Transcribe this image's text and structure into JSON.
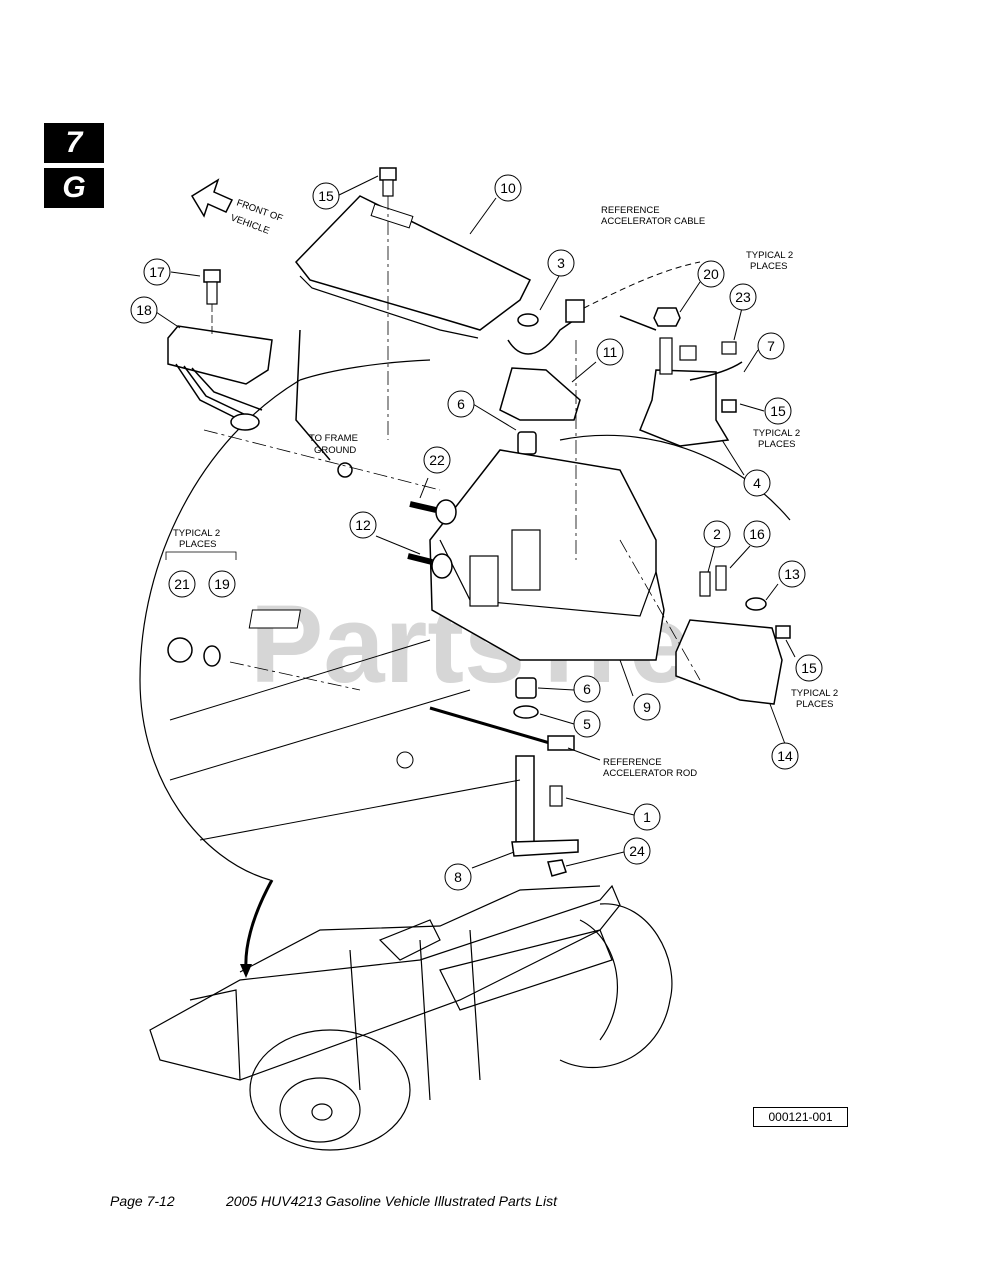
{
  "tabs": {
    "chapter": "7",
    "section": "G"
  },
  "watermark": "PartsTree",
  "notes": {
    "front_of_vehicle_1": "FRONT OF",
    "front_of_vehicle_2": "VEHICLE",
    "ref_cable_1": "REFERENCE",
    "ref_cable_2": "ACCELERATOR CABLE",
    "typical_top_1": "TYPICAL 2",
    "typical_top_2": "PLACES",
    "frame_ground_1": "TO FRAME",
    "frame_ground_2": "GROUND",
    "typical_right_1": "TYPICAL 2",
    "typical_right_2": "PLACES",
    "typical_left_1": "TYPICAL 2",
    "typical_left_2": "PLACES",
    "typical_bottom_1": "TYPICAL 2",
    "typical_bottom_2": "PLACES",
    "ref_rod_1": "REFERENCE",
    "ref_rod_2": "ACCELERATOR ROD"
  },
  "callouts": [
    "15",
    "10",
    "3",
    "20",
    "23",
    "7",
    "17",
    "18",
    "11",
    "6",
    "15",
    "4",
    "22",
    "12",
    "2",
    "16",
    "13",
    "21",
    "19",
    "15",
    "6",
    "5",
    "9",
    "14",
    "1",
    "24",
    "8"
  ],
  "figure_number": "000121-001",
  "footer": {
    "page": "Page 7-12",
    "title": "2005 HUV4213 Gasoline Vehicle Illustrated Parts List"
  }
}
